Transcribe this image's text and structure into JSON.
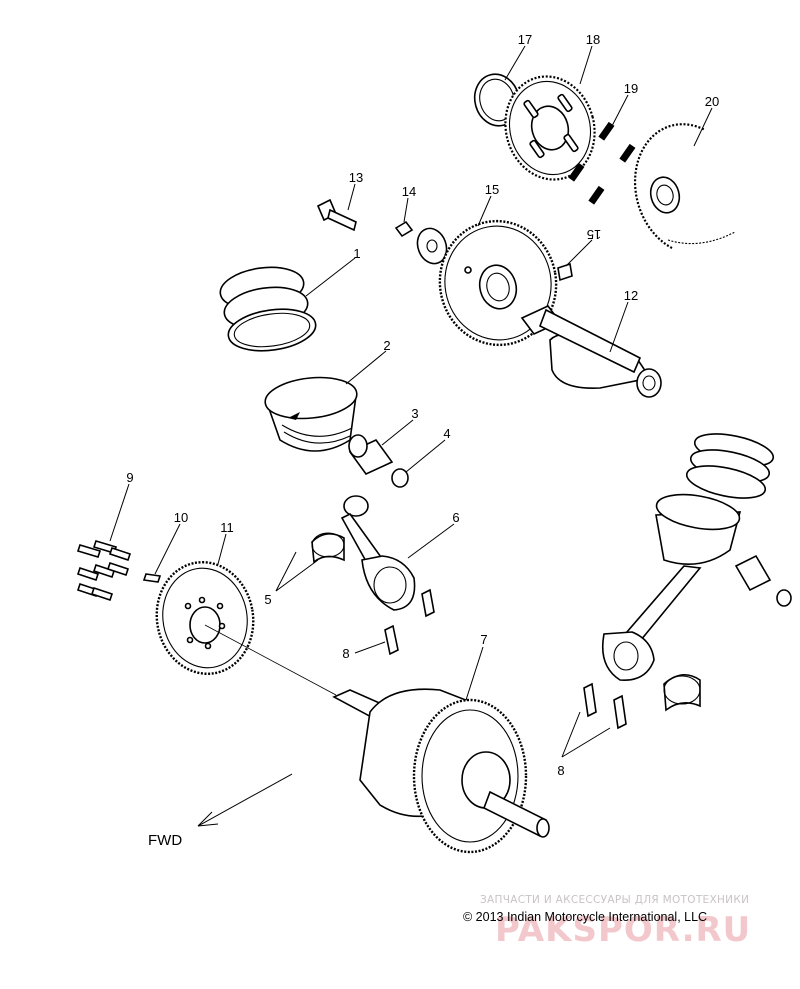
{
  "callouts": [
    {
      "label": "17"
    },
    {
      "label": "18"
    },
    {
      "label": "19"
    },
    {
      "label": "20"
    },
    {
      "label": "13"
    },
    {
      "label": "14"
    },
    {
      "label": "15"
    },
    {
      "label": "15"
    },
    {
      "label": "1"
    },
    {
      "label": "12"
    },
    {
      "label": "2"
    },
    {
      "label": "3"
    },
    {
      "label": "4"
    },
    {
      "label": "9"
    },
    {
      "label": "10"
    },
    {
      "label": "11"
    },
    {
      "label": "6"
    },
    {
      "label": "5"
    },
    {
      "label": "8"
    },
    {
      "label": "7"
    },
    {
      "label": "8"
    }
  ],
  "direction_label": "FWD",
  "copyright": "© 2013 Indian Motorcycle International, LLC",
  "watermark": {
    "tagline": "ЗАПЧАСТИ И АКСЕССУАРЫ ДЛЯ МОТОТЕХНИКИ",
    "brand": "PAKSPOR.RU"
  }
}
